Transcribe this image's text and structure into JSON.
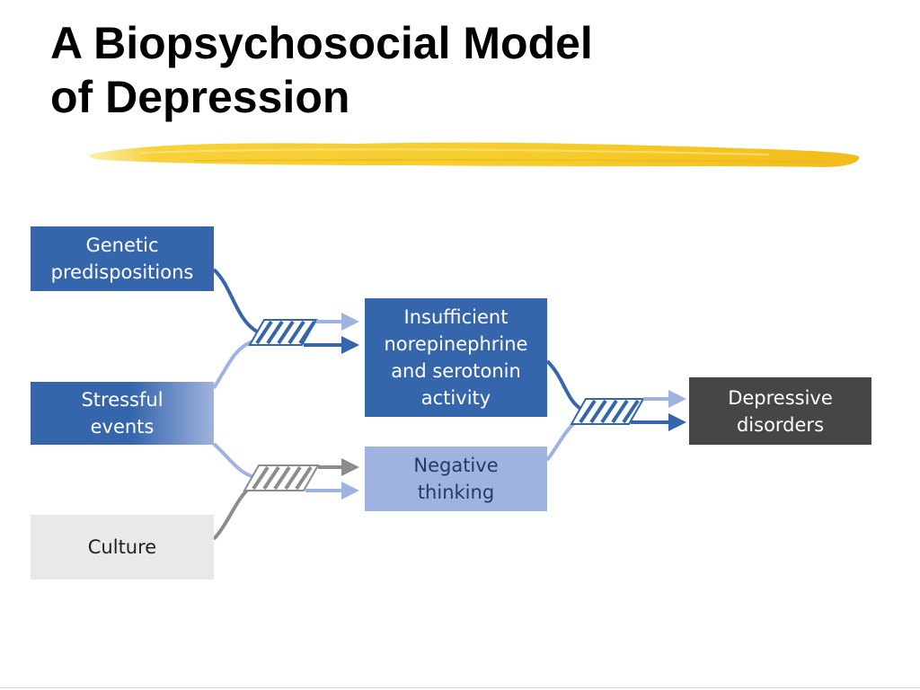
{
  "slide": {
    "title_line1": "A Biopsychosocial Model",
    "title_line2": "of Depression"
  },
  "diagram": {
    "genetic": "Genetic\npredispositions",
    "stressful": "Stressful\nevents",
    "culture": "Culture",
    "insufficient": "Insufficient\nnorepinephrine\nand serotonin\nactivity",
    "negative": "Negative\nthinking",
    "depressive": "Depressive\ndisorders"
  },
  "colors": {
    "dark_blue": "#3565ab",
    "light_blue": "#9fb3e0",
    "gray": "#8a8c8e",
    "dark_gray": "#454647",
    "highlight": "#f7cf2c"
  }
}
